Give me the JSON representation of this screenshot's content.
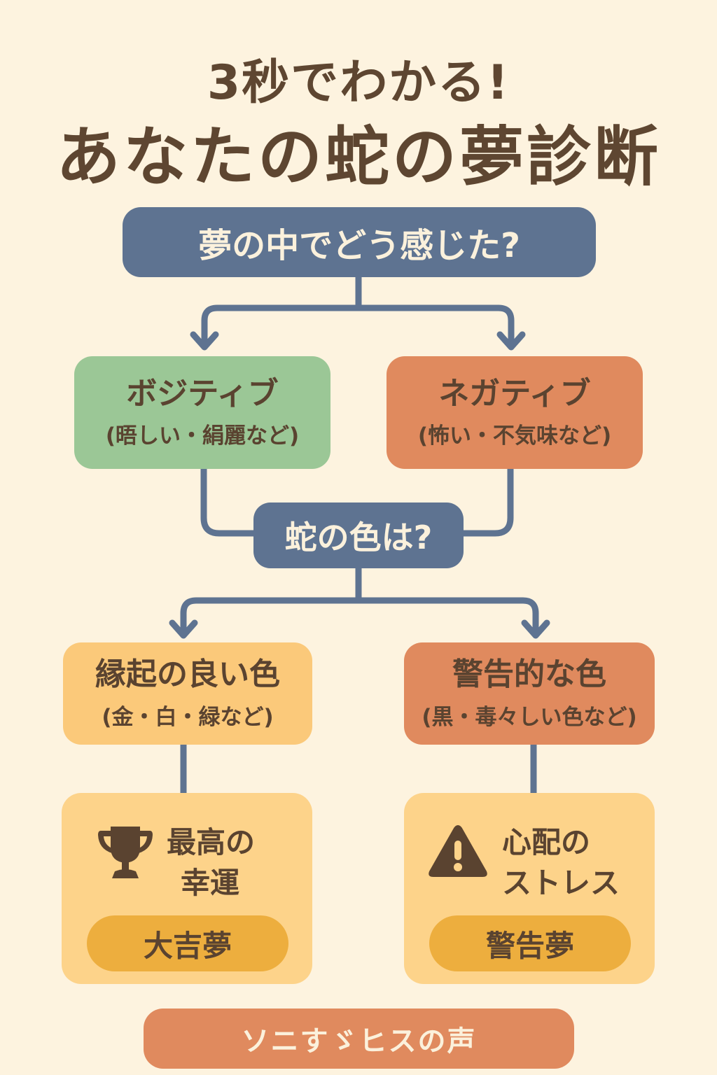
{
  "title": {
    "line1": "3秒でわかる!",
    "line2": "あなたの蛇の夢診断"
  },
  "question1": "夢の中でどう感じた?",
  "branches1": {
    "positive": {
      "label": "ボジティブ",
      "detail": "(晤しい・絹麗など)"
    },
    "negative": {
      "label": "ネガティブ",
      "detail": "(怖い・不気味など)"
    }
  },
  "question2": "蛇の色は?",
  "branches2": {
    "lucky": {
      "label": "縁起の良い色",
      "detail": "(金・白・緑など)"
    },
    "warning": {
      "label": "警告的な色",
      "detail": "(黒・毒々しい色など)"
    }
  },
  "results": {
    "lucky": {
      "icon": "trophy-icon",
      "line1": "最高の",
      "line2": "幸運",
      "badge": "大吉夢"
    },
    "warning": {
      "icon": "warning-icon",
      "line1": "心配の",
      "line2": "ストレス",
      "badge": "警告夢"
    }
  },
  "footer_button": "ソニすゞヒスの声",
  "colors": {
    "background": "#FDF3DF",
    "question": "#5E7391",
    "positive": "#9BC796",
    "negative": "#E08A5E",
    "lucky": "#FBC97A",
    "result": "#FDD38A",
    "badge": "#EDAE3E",
    "text": "#5A4330"
  }
}
